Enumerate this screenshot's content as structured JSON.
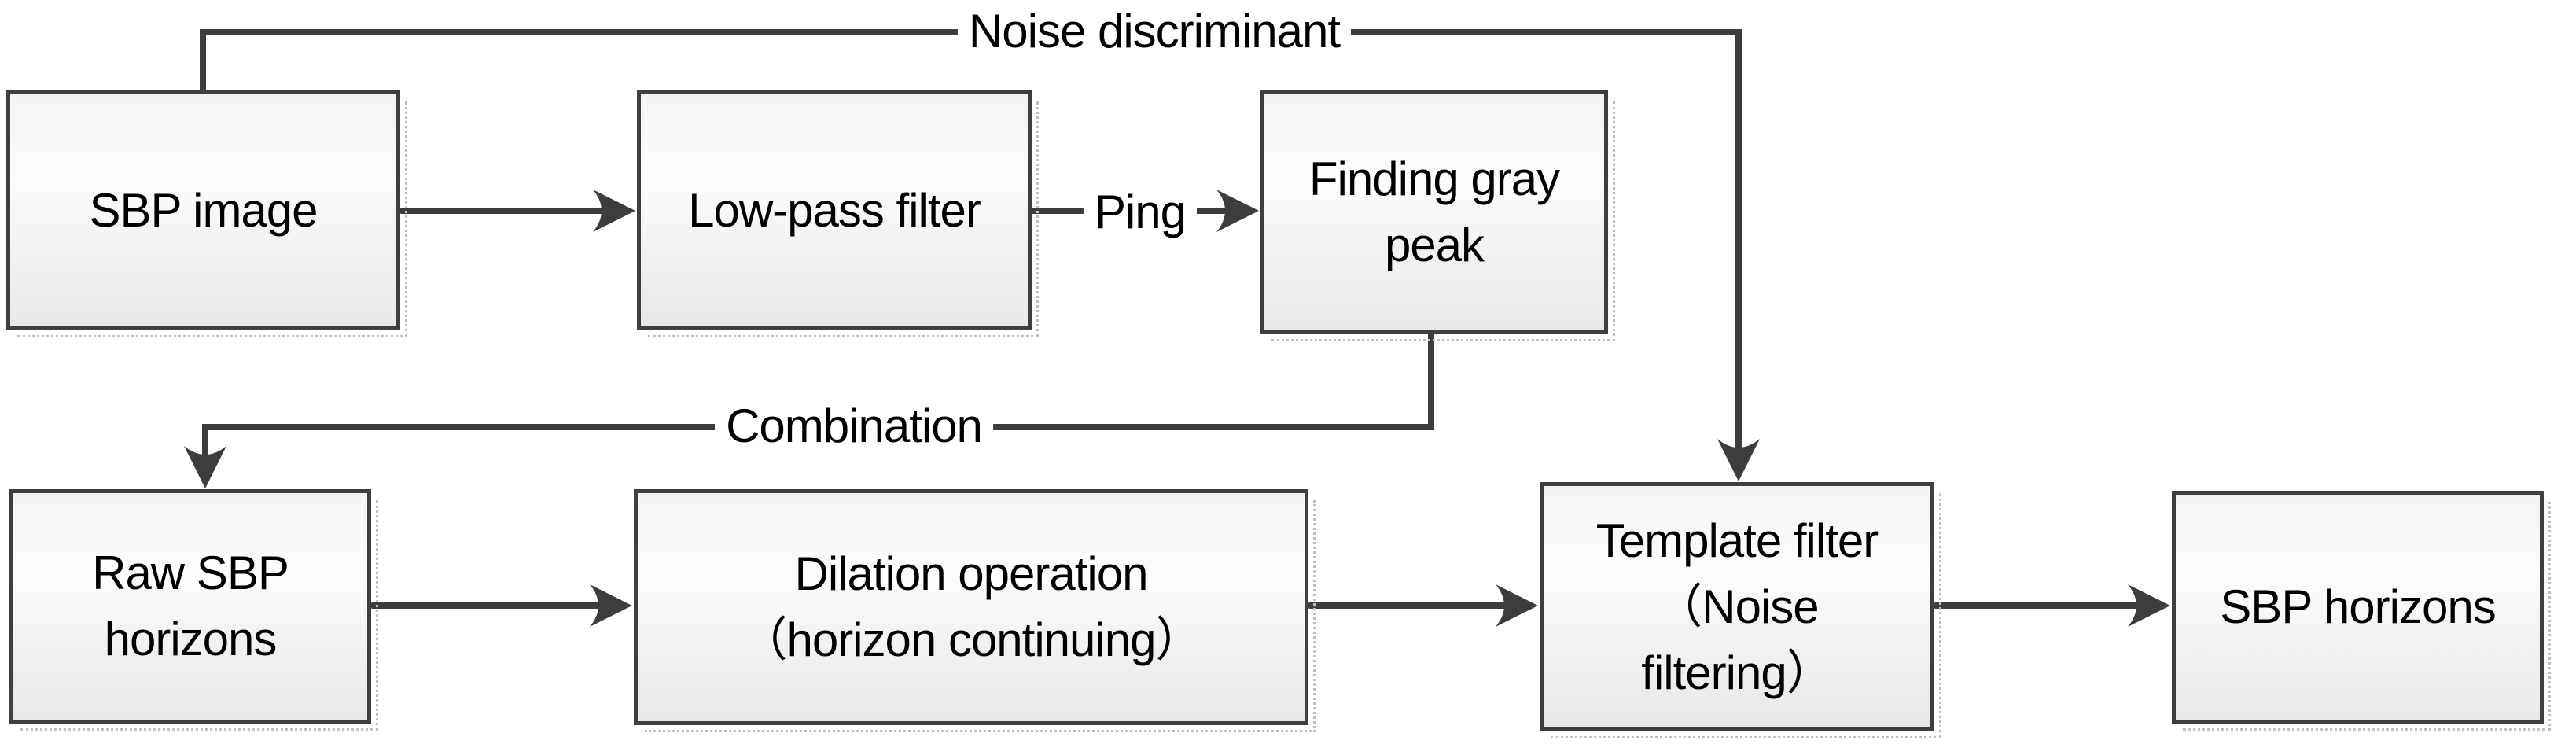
{
  "figure": {
    "type": "flowchart",
    "description": "SBP horizon extraction processing pipeline"
  },
  "colors": {
    "arrow": "#3d3d3d",
    "box_border": "#3f3f3f",
    "box_fill_top": "#f4f4f4",
    "box_fill_mid": "#fdfdfd",
    "box_fill_bottom": "#e8e8e8",
    "shadow_dots": "#c0c0c0",
    "text": "#000000",
    "label_bg": "#ffffff"
  },
  "nodes": [
    {
      "id": "sbp-image",
      "label": "SBP image"
    },
    {
      "id": "low-pass-filter",
      "label": "Low-pass filter"
    },
    {
      "id": "finding-gray-peak",
      "label": "Finding gray\npeak"
    },
    {
      "id": "raw-sbp-horizons",
      "label": "Raw SBP\nhorizons"
    },
    {
      "id": "dilation-operation",
      "label": "Dilation operation\n（horizon continuing）"
    },
    {
      "id": "template-filter",
      "label": "Template filter\n（Noise\nfiltering）"
    },
    {
      "id": "sbp-horizons",
      "label": "SBP horizons"
    }
  ],
  "edges": [
    {
      "from": "sbp-image",
      "to": "low-pass-filter",
      "label": ""
    },
    {
      "from": "low-pass-filter",
      "to": "finding-gray-peak",
      "label": "Ping"
    },
    {
      "from": "sbp-image",
      "to": "template-filter",
      "label": "Noise discriminant"
    },
    {
      "from": "finding-gray-peak",
      "to": "raw-sbp-horizons",
      "label": "Combination"
    },
    {
      "from": "raw-sbp-horizons",
      "to": "dilation-operation",
      "label": ""
    },
    {
      "from": "dilation-operation",
      "to": "template-filter",
      "label": ""
    },
    {
      "from": "template-filter",
      "to": "sbp-horizons",
      "label": ""
    }
  ]
}
